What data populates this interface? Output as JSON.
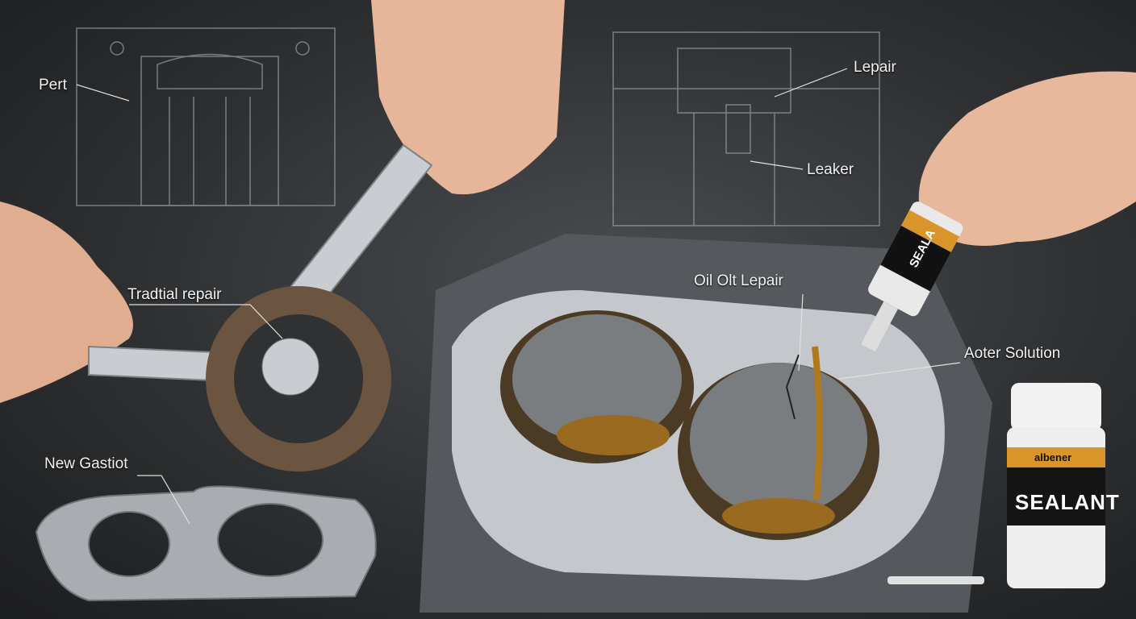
{
  "labels": {
    "pert": "Pert",
    "lepair": "Lepair",
    "leaker": "Leaker",
    "traditional_repair": "Tradtial repair",
    "oil_repair": "Oil Olt Lepair",
    "better_solution": "Aoter Solution",
    "new_gasket": "New Gastiot"
  },
  "bottle": {
    "brand": "albener",
    "title": "SEALANT"
  },
  "tube": {
    "title": "SEALA"
  },
  "colors": {
    "oil": "#b07a1c",
    "label_orange": "#d9952a",
    "metal": "#b8bcc0"
  }
}
